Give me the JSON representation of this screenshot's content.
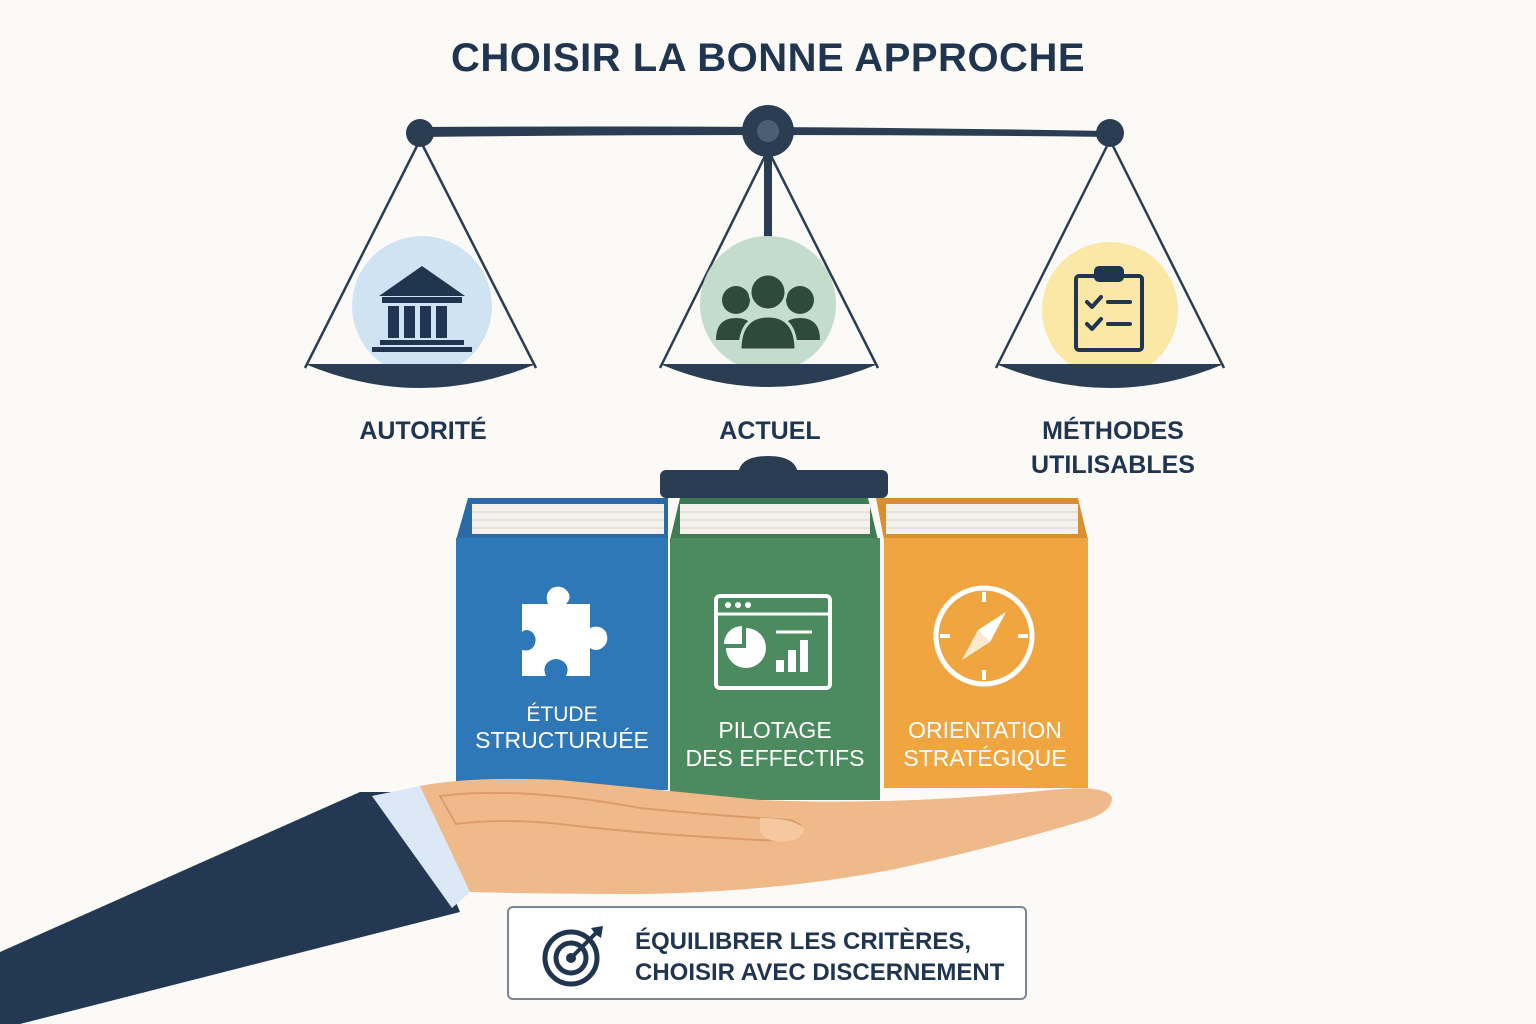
{
  "title": "CHOISIR LA BONNE APPROCHE",
  "pans": [
    {
      "label": "AUTORITÉ",
      "icon": "institution-icon",
      "circle_color": "#cfe3f3"
    },
    {
      "label": "ACTUEL",
      "icon": "team-icon",
      "circle_color": "#c4dccc"
    },
    {
      "label_line1": "MÉTHODES",
      "label_line2": "UTILISABLES",
      "icon": "checklist-clipboard-icon",
      "circle_color": "#fbe7a6"
    }
  ],
  "books": [
    {
      "line1": "ÉTUDE",
      "line2": "STRUCTURUÉE",
      "icon": "puzzle-piece-icon",
      "color": "#2f78b7"
    },
    {
      "line1": "PILOTAGE",
      "line2": "DES EFFECTIFS",
      "icon": "dashboard-chart-icon",
      "color": "#4b8b5f"
    },
    {
      "line1": "ORIENTATION",
      "line2": "STRATÉGIQUE",
      "icon": "compass-icon",
      "color": "#f0a640"
    }
  ],
  "callout": {
    "line1": "ÉQUILIBRER LES CRITÈRES,",
    "line2": "CHOISIR AVEC DISCERNEMENT",
    "icon": "target-arrow-icon"
  },
  "colors": {
    "navy": "#1f3550",
    "skin": "#f0b98a",
    "sleeve": "#233852",
    "cuff": "#dce8f5"
  }
}
